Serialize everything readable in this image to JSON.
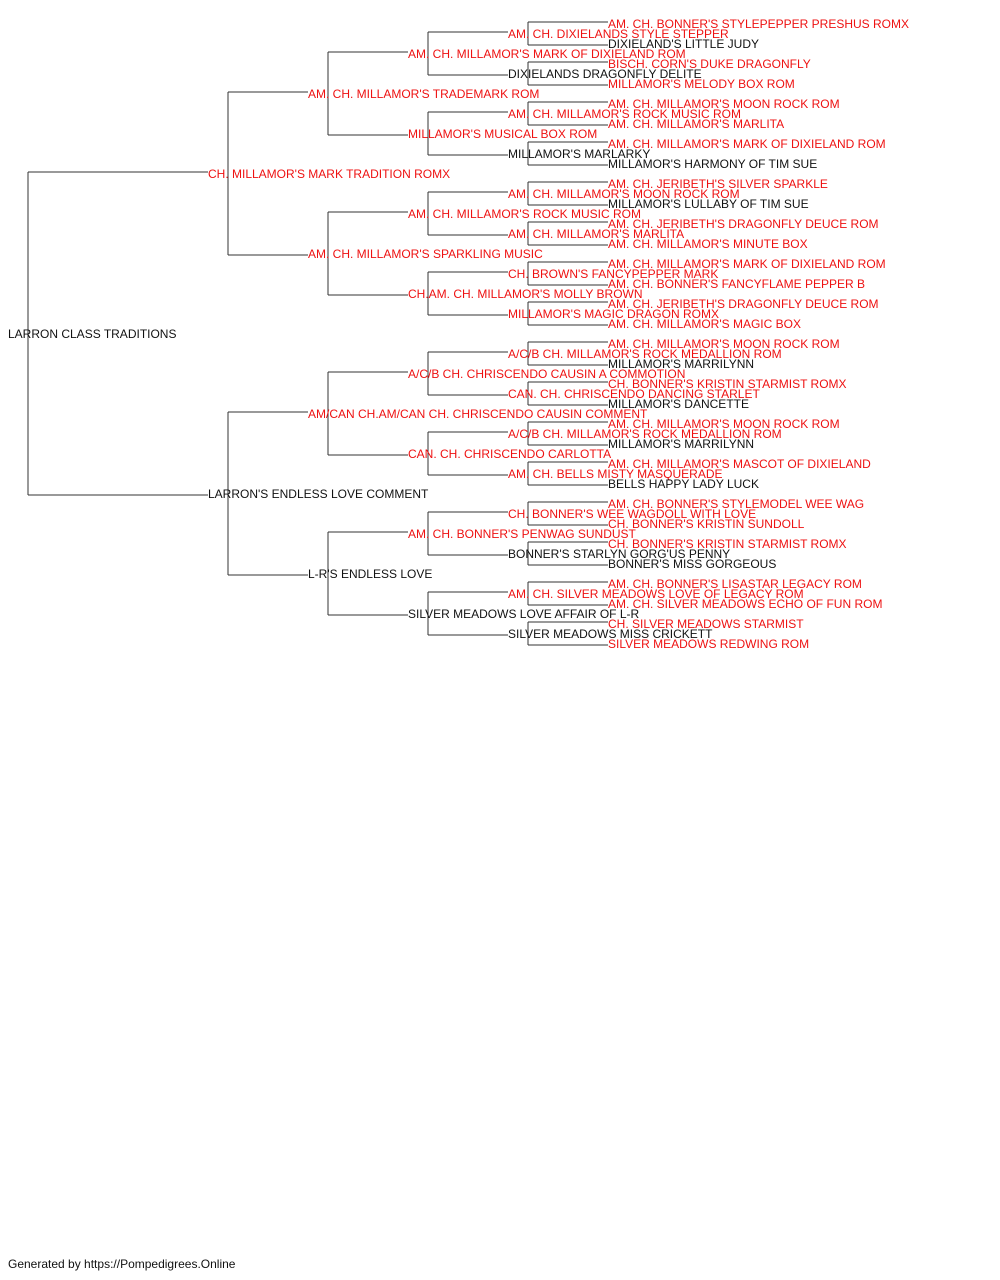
{
  "colors": {
    "titled": "#ee1111",
    "plain": "#111111",
    "line": "#333333"
  },
  "pedigree": {
    "subject": {
      "name": "LARRON CLASS TRADITIONS",
      "titled": false
    },
    "sire": {
      "name": "CH. MILLAMOR'S MARK TRADITION ROMX",
      "titled": true
    },
    "dam": {
      "name": "LARRON'S ENDLESS LOVE COMMENT",
      "titled": false
    },
    "grandparents": [
      {
        "name": "AM. CH. MILLAMOR'S TRADEMARK ROM",
        "titled": true
      },
      {
        "name": "AM. CH. MILLAMOR'S SPARKLING MUSIC",
        "titled": true
      },
      {
        "name": "AM/CAN CH.AM/CAN CH. CHRISCENDO CAUSIN COMMENT",
        "titled": true
      },
      {
        "name": "L-R'S ENDLESS LOVE",
        "titled": false
      }
    ],
    "great_grandparents": [
      {
        "name": "AM. CH. MILLAMOR'S MARK OF DIXIELAND ROM",
        "titled": true
      },
      {
        "name": "MILLAMOR'S MUSICAL BOX ROM",
        "titled": true
      },
      {
        "name": "AM. CH. MILLAMOR'S ROCK MUSIC ROM",
        "titled": true
      },
      {
        "name": "CH.AM. CH. MILLAMOR'S MOLLY BROWN",
        "titled": true
      },
      {
        "name": "A/C/B CH. CHRISCENDO CAUSIN A COMMOTION",
        "titled": true
      },
      {
        "name": "CAN. CH. CHRISCENDO CARLOTTA",
        "titled": true
      },
      {
        "name": "AM. CH. BONNER'S PENWAG SUNDUST",
        "titled": true
      },
      {
        "name": "SILVER MEADOWS LOVE AFFAIR OF L-R",
        "titled": false
      }
    ],
    "gen4": [
      {
        "name": "AM. CH. DIXIELANDS STYLE STEPPER",
        "titled": true
      },
      {
        "name": "DIXIELANDS DRAGONFLY DELITE",
        "titled": false
      },
      {
        "name": "AM. CH. MILLAMOR'S ROCK MUSIC ROM",
        "titled": true
      },
      {
        "name": "MILLAMOR'S MARLARKY",
        "titled": false
      },
      {
        "name": "AM. CH. MILLAMOR'S MOON ROCK ROM",
        "titled": true
      },
      {
        "name": "AM. CH. MILLAMOR'S MARLITA",
        "titled": true
      },
      {
        "name": "CH. BROWN'S FANCYPEPPER MARK",
        "titled": true
      },
      {
        "name": "MILLAMOR'S MAGIC DRAGON ROMX",
        "titled": true
      },
      {
        "name": "A/C/B CH. MILLAMOR'S ROCK MEDALLION ROM",
        "titled": true
      },
      {
        "name": "CAN. CH. CHRISCENDO DANCING STARLET",
        "titled": true
      },
      {
        "name": "A/C/B CH. MILLAMOR'S ROCK MEDALLION ROM",
        "titled": true
      },
      {
        "name": "AM. CH. BELLS MISTY MASQUERADE",
        "titled": true
      },
      {
        "name": "CH. BONNER'S WEE WAGDOLL WITH LOVE",
        "titled": true
      },
      {
        "name": "BONNER'S STARLYN GORG'US PENNY",
        "titled": false
      },
      {
        "name": "AM. CH. SILVER MEADOWS LOVE OF LEGACY ROM",
        "titled": true
      },
      {
        "name": "SILVER MEADOWS MISS CRICKETT",
        "titled": false
      }
    ],
    "gen5": [
      {
        "name": "AM. CH. BONNER'S STYLEPEPPER PRESHUS ROMX",
        "titled": true
      },
      {
        "name": "DIXIELAND'S LITTLE JUDY",
        "titled": false
      },
      {
        "name": "BISCH. CORN'S DUKE DRAGONFLY",
        "titled": true
      },
      {
        "name": "MILLAMOR'S MELODY BOX ROM",
        "titled": true
      },
      {
        "name": "AM. CH. MILLAMOR'S MOON ROCK ROM",
        "titled": true
      },
      {
        "name": "AM. CH. MILLAMOR'S MARLITA",
        "titled": true
      },
      {
        "name": "AM. CH. MILLAMOR'S MARK OF DIXIELAND ROM",
        "titled": true
      },
      {
        "name": "MILLAMOR'S HARMONY OF TIM SUE",
        "titled": false
      },
      {
        "name": "AM. CH. JERIBETH'S SILVER SPARKLE",
        "titled": true
      },
      {
        "name": "MILLAMOR'S LULLABY OF TIM SUE",
        "titled": false
      },
      {
        "name": "AM. CH. JERIBETH'S DRAGONFLY DEUCE ROM",
        "titled": true
      },
      {
        "name": "AM. CH. MILLAMOR'S MINUTE BOX",
        "titled": true
      },
      {
        "name": "AM. CH. MILLAMOR'S MARK OF DIXIELAND ROM",
        "titled": true
      },
      {
        "name": "AM. CH. BONNER'S FANCYFLAME PEPPER B",
        "titled": true
      },
      {
        "name": "AM. CH. JERIBETH'S DRAGONFLY DEUCE ROM",
        "titled": true
      },
      {
        "name": "AM. CH. MILLAMOR'S MAGIC BOX",
        "titled": true
      },
      {
        "name": "AM. CH. MILLAMOR'S MOON ROCK ROM",
        "titled": true
      },
      {
        "name": "MILLAMOR'S MARRILYNN",
        "titled": false
      },
      {
        "name": "CH. BONNER'S KRISTIN STARMIST ROMX",
        "titled": true
      },
      {
        "name": "MILLAMOR'S DANCETTE",
        "titled": false
      },
      {
        "name": "AM. CH. MILLAMOR'S MOON ROCK ROM",
        "titled": true
      },
      {
        "name": "MILLAMOR'S MARRILYNN",
        "titled": false
      },
      {
        "name": "AM. CH. MILLAMOR'S MASCOT OF DIXIELAND",
        "titled": true
      },
      {
        "name": "BELLS HAPPY LADY LUCK",
        "titled": false
      },
      {
        "name": "AM. CH. BONNER'S STYLEMODEL WEE WAG",
        "titled": true
      },
      {
        "name": "CH. BONNER'S KRISTIN SUNDOLL",
        "titled": true
      },
      {
        "name": "CH. BONNER'S KRISTIN STARMIST ROMX",
        "titled": true
      },
      {
        "name": "BONNER'S MISS GORGEOUS",
        "titled": false
      },
      {
        "name": "AM. CH. BONNER'S LISASTAR LEGACY ROM",
        "titled": true
      },
      {
        "name": "AM. CH. SILVER MEADOWS ECHO OF FUN ROM",
        "titled": true
      },
      {
        "name": "CH. SILVER MEADOWS STARMIST",
        "titled": true
      },
      {
        "name": "SILVER MEADOWS REDWING ROM",
        "titled": true
      }
    ]
  },
  "footer": "Generated by https://Pompedigrees.Online"
}
